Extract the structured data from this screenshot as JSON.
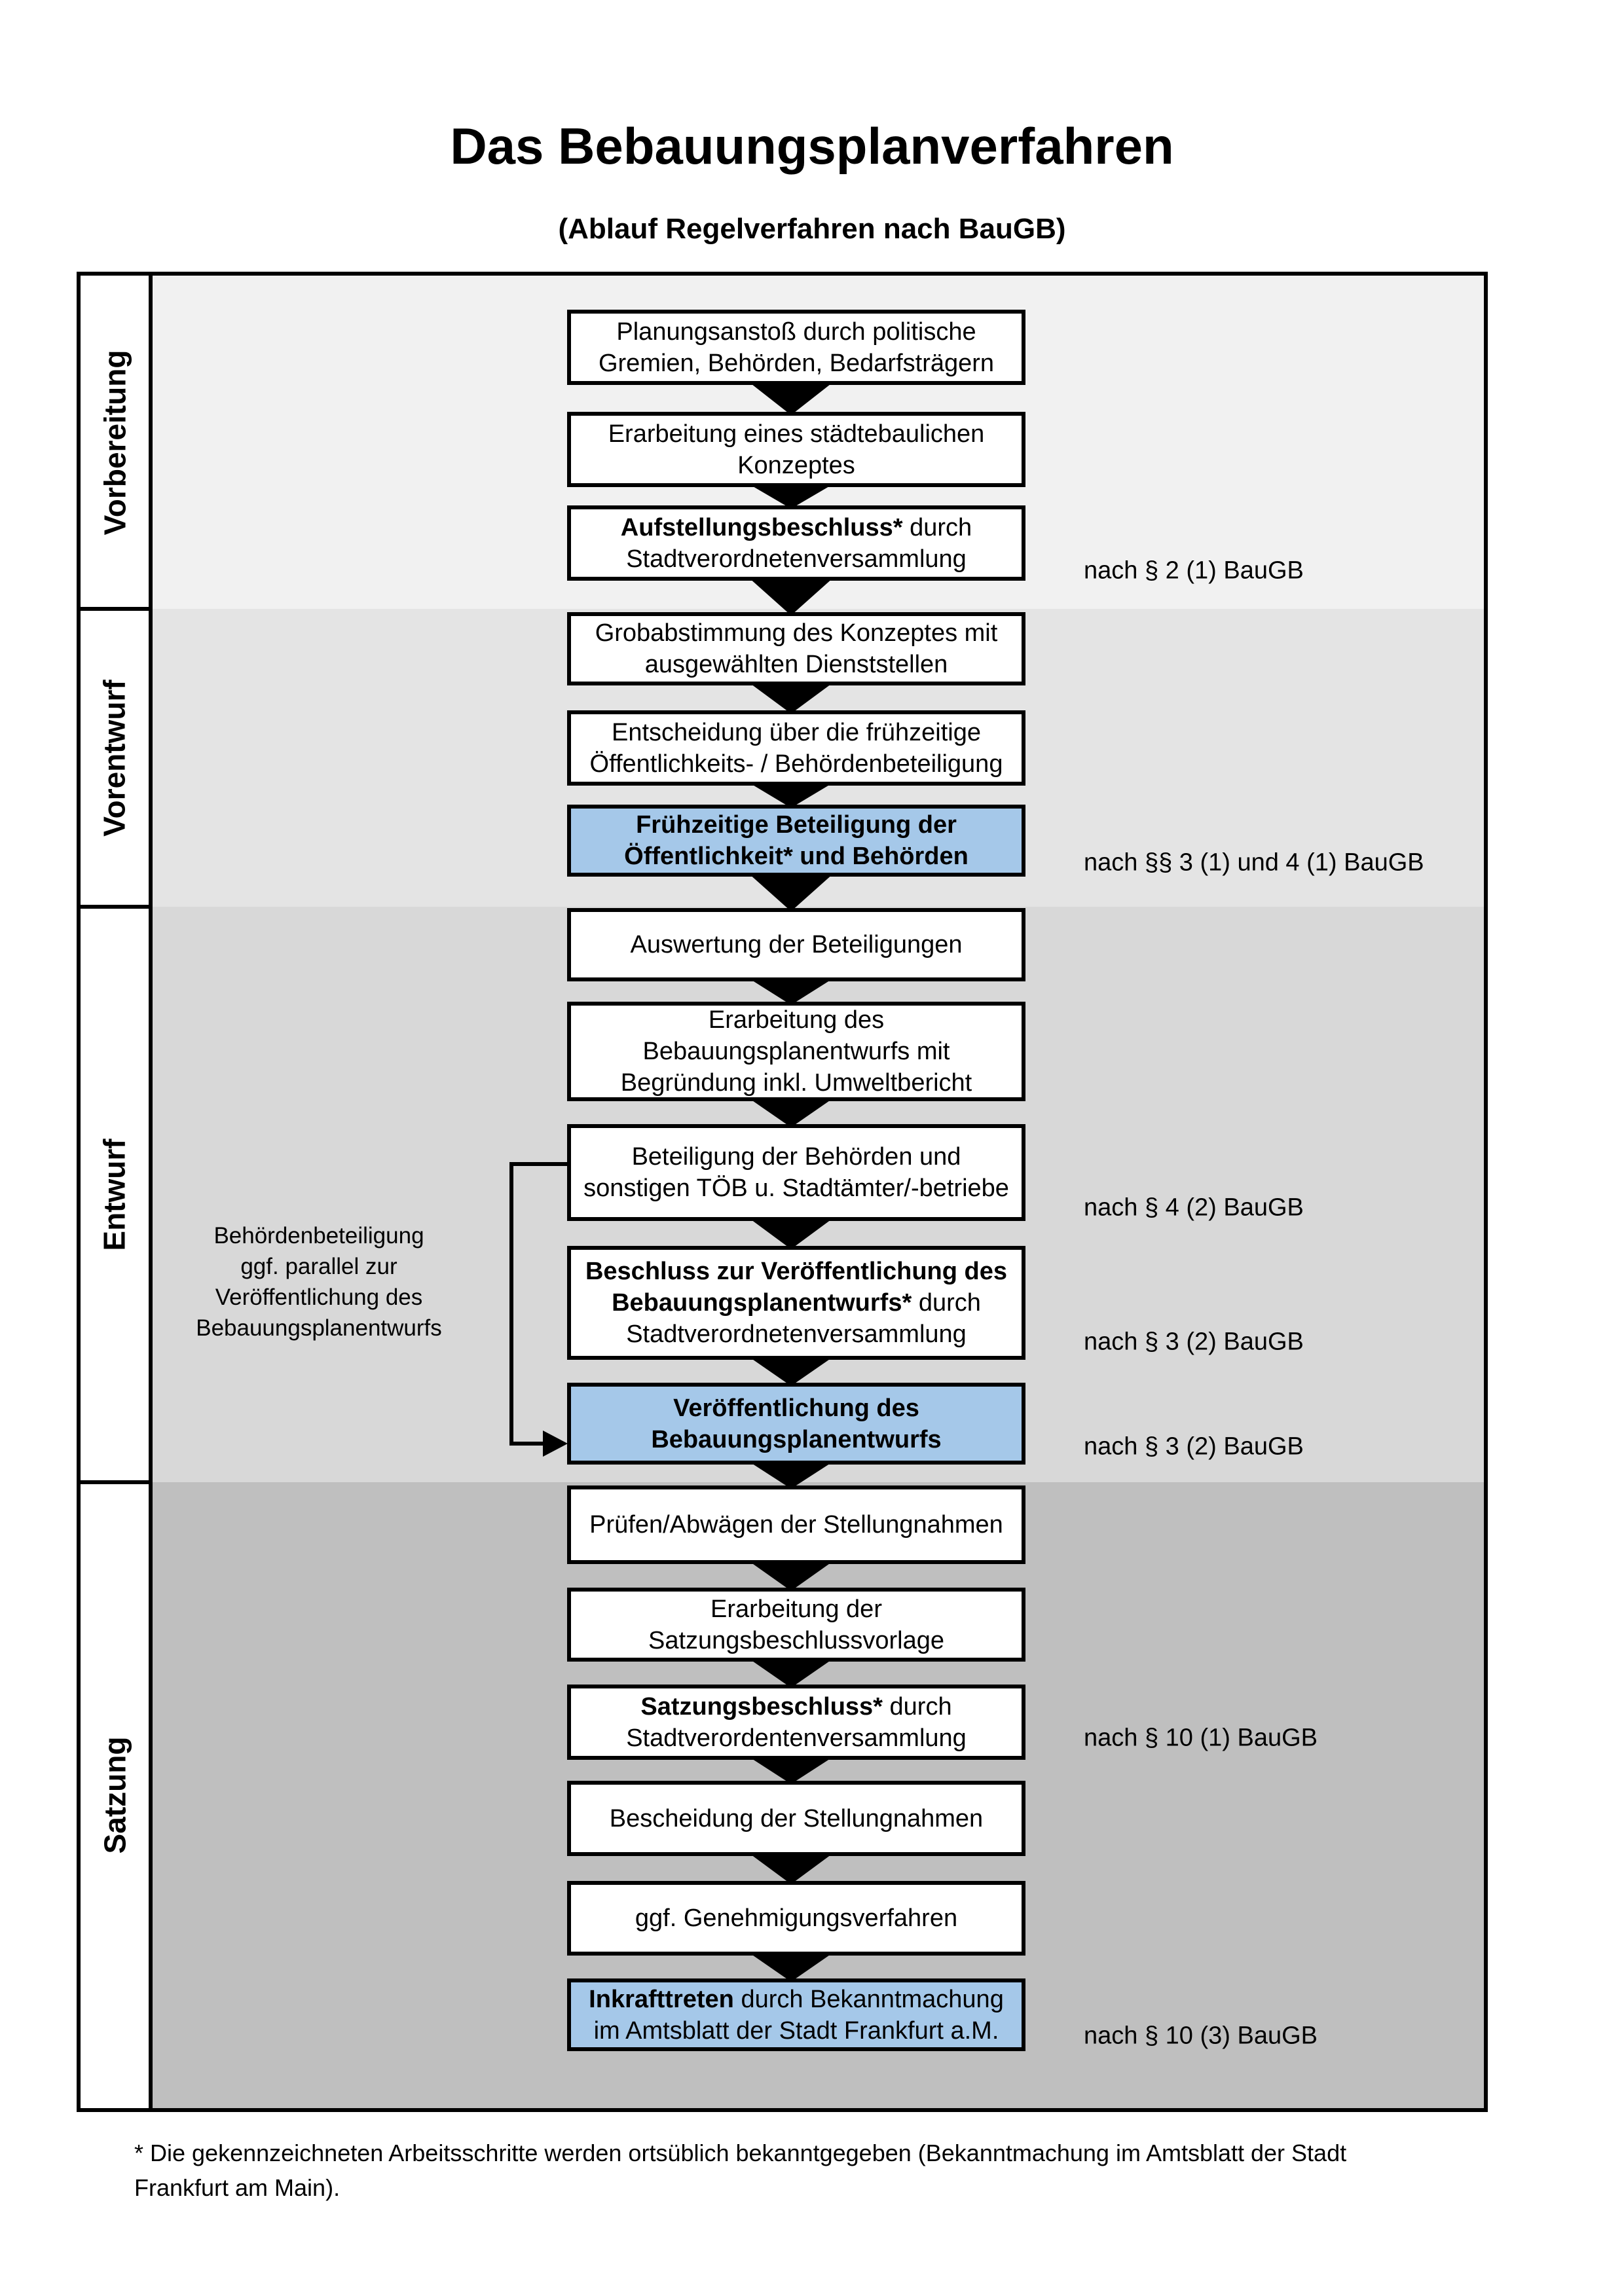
{
  "title": "Das Bebauungsplanverfahren",
  "subtitle": "(Ablauf Regelverfahren nach BauGB)",
  "colors": {
    "highlight": "#a5c8e9",
    "box_bg": "#ffffff",
    "box_border": "#000000",
    "phase_bgs": [
      "#f1f1f1",
      "#e4e4e4",
      "#d8d8d8",
      "#bfbfbf"
    ]
  },
  "phases": [
    {
      "label": "Vorbereitung"
    },
    {
      "label": "Vorentwurf"
    },
    {
      "label": "Entwurf"
    },
    {
      "label": "Satzung"
    }
  ],
  "flow": {
    "boxes": [
      {
        "phase": 0,
        "highlight": false,
        "lines": [
          [
            {
              "text": "Planungsanstoß durch politische",
              "bold": false
            }
          ],
          [
            {
              "text": "Gremien, Behörden, Bedarfsträgern",
              "bold": false
            }
          ]
        ],
        "ref": null
      },
      {
        "phase": 0,
        "highlight": false,
        "lines": [
          [
            {
              "text": "Erarbeitung eines städtebaulichen",
              "bold": false
            }
          ],
          [
            {
              "text": "Konzeptes",
              "bold": false
            }
          ]
        ],
        "ref": null
      },
      {
        "phase": 0,
        "highlight": false,
        "lines": [
          [
            {
              "text": "Aufstellungsbeschluss*",
              "bold": true
            },
            {
              "text": " durch",
              "bold": false
            }
          ],
          [
            {
              "text": "Stadtverordnetenversammlung",
              "bold": false
            }
          ]
        ],
        "ref": "nach § 2 (1) BauGB"
      },
      {
        "phase": 1,
        "highlight": false,
        "lines": [
          [
            {
              "text": "Grobabstimmung des Konzeptes mit",
              "bold": false
            }
          ],
          [
            {
              "text": "ausgewählten Dienststellen",
              "bold": false
            }
          ]
        ],
        "ref": null
      },
      {
        "phase": 1,
        "highlight": false,
        "lines": [
          [
            {
              "text": "Entscheidung über die frühzeitige",
              "bold": false
            }
          ],
          [
            {
              "text": "Öffentlichkeits- / Behördenbeteiligung",
              "bold": false
            }
          ]
        ],
        "ref": null
      },
      {
        "phase": 1,
        "highlight": true,
        "lines": [
          [
            {
              "text": "Frühzeitige Beteiligung der",
              "bold": true
            }
          ],
          [
            {
              "text": "Öffentlichkeit* und Behörden",
              "bold": true
            }
          ]
        ],
        "ref": "nach §§ 3 (1) und 4 (1) BauGB"
      },
      {
        "phase": 2,
        "highlight": false,
        "lines": [
          [
            {
              "text": "Auswertung der Beteiligungen",
              "bold": false
            }
          ]
        ],
        "ref": null
      },
      {
        "phase": 2,
        "highlight": false,
        "lines": [
          [
            {
              "text": "Erarbeitung des",
              "bold": false
            }
          ],
          [
            {
              "text": "Bebauungsplanentwurfs mit",
              "bold": false
            }
          ],
          [
            {
              "text": "Begründung inkl. Umweltbericht",
              "bold": false
            }
          ]
        ],
        "ref": null
      },
      {
        "phase": 2,
        "highlight": false,
        "lines": [
          [
            {
              "text": "Beteiligung der Behörden und",
              "bold": false
            }
          ],
          [
            {
              "text": "sonstigen TÖB u. Stadtämter/-betriebe",
              "bold": false
            }
          ]
        ],
        "ref": "nach § 4 (2) BauGB"
      },
      {
        "phase": 2,
        "highlight": false,
        "lines": [
          [
            {
              "text": "Beschluss zur Veröffentlichung des",
              "bold": true
            }
          ],
          [
            {
              "text": "Bebauungsplanentwurfs*",
              "bold": true
            },
            {
              "text": " durch",
              "bold": false
            }
          ],
          [
            {
              "text": "Stadtverordnetenversammlung",
              "bold": false
            }
          ]
        ],
        "ref": "nach § 3 (2) BauGB"
      },
      {
        "phase": 2,
        "highlight": true,
        "lines": [
          [
            {
              "text": "Veröffentlichung des",
              "bold": true
            }
          ],
          [
            {
              "text": "Bebauungsplanentwurfs",
              "bold": true
            }
          ]
        ],
        "ref": "nach § 3 (2) BauGB"
      },
      {
        "phase": 3,
        "highlight": false,
        "lines": [
          [
            {
              "text": "Prüfen/Abwägen der Stellungnahmen",
              "bold": false
            }
          ]
        ],
        "ref": null
      },
      {
        "phase": 3,
        "highlight": false,
        "lines": [
          [
            {
              "text": "Erarbeitung der",
              "bold": false
            }
          ],
          [
            {
              "text": "Satzungsbeschlussvorlage",
              "bold": false
            }
          ]
        ],
        "ref": null
      },
      {
        "phase": 3,
        "highlight": false,
        "lines": [
          [
            {
              "text": "Satzungsbeschluss*",
              "bold": true
            },
            {
              "text": " durch",
              "bold": false
            }
          ],
          [
            {
              "text": "Stadtverordentenversammlung",
              "bold": false
            }
          ]
        ],
        "ref": "nach § 10 (1) BauGB"
      },
      {
        "phase": 3,
        "highlight": false,
        "lines": [
          [
            {
              "text": "Bescheidung der Stellungnahmen",
              "bold": false
            }
          ]
        ],
        "ref": null
      },
      {
        "phase": 3,
        "highlight": false,
        "lines": [
          [
            {
              "text": "ggf. Genehmigungsverfahren",
              "bold": false
            }
          ]
        ],
        "ref": null
      },
      {
        "phase": 3,
        "highlight": true,
        "lines": [
          [
            {
              "text": "Inkrafttreten",
              "bold": true
            },
            {
              "text": " durch Bekanntmachung",
              "bold": false
            }
          ],
          [
            {
              "text": "im Amtsblatt der Stadt Frankfurt a.M.",
              "bold": false
            }
          ]
        ],
        "ref": "nach § 10 (3) BauGB"
      }
    ]
  },
  "annotation": {
    "lines": [
      "Behördenbeteiligung",
      "ggf. parallel zur",
      "Veröffentlichung des",
      "Bebauungsplanentwurfs"
    ]
  },
  "footnote": {
    "line1": "* Die gekennzeichneten Arbeitsschritte werden ortsüblich bekanntgegeben (Bekanntmachung im Amtsblatt  der Stadt",
    "line2": "Frankfurt am Main)."
  }
}
